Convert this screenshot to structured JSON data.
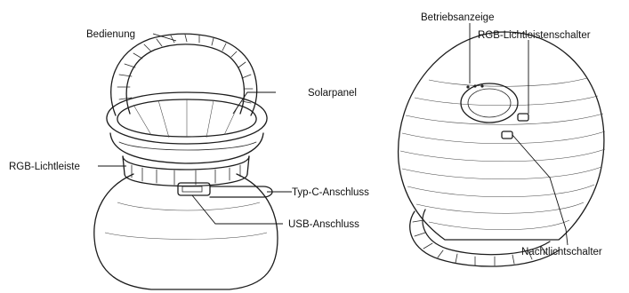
{
  "labels": {
    "bedienung": "Bedienung",
    "solarpanel": "Solarpanel",
    "rgb_lichtleiste": "RGB-Lichtleiste",
    "typ_c_anschluss": "Typ-C-Anschluss",
    "usb_anschluss": "USB-Anschluss",
    "betriebsanzeige": "Betriebsanzeige",
    "rgb_lichtleistenschalter": "RGB-Lichtleistenschalter",
    "nachtlichtschalter": "Nachtlichtschalter"
  }
}
